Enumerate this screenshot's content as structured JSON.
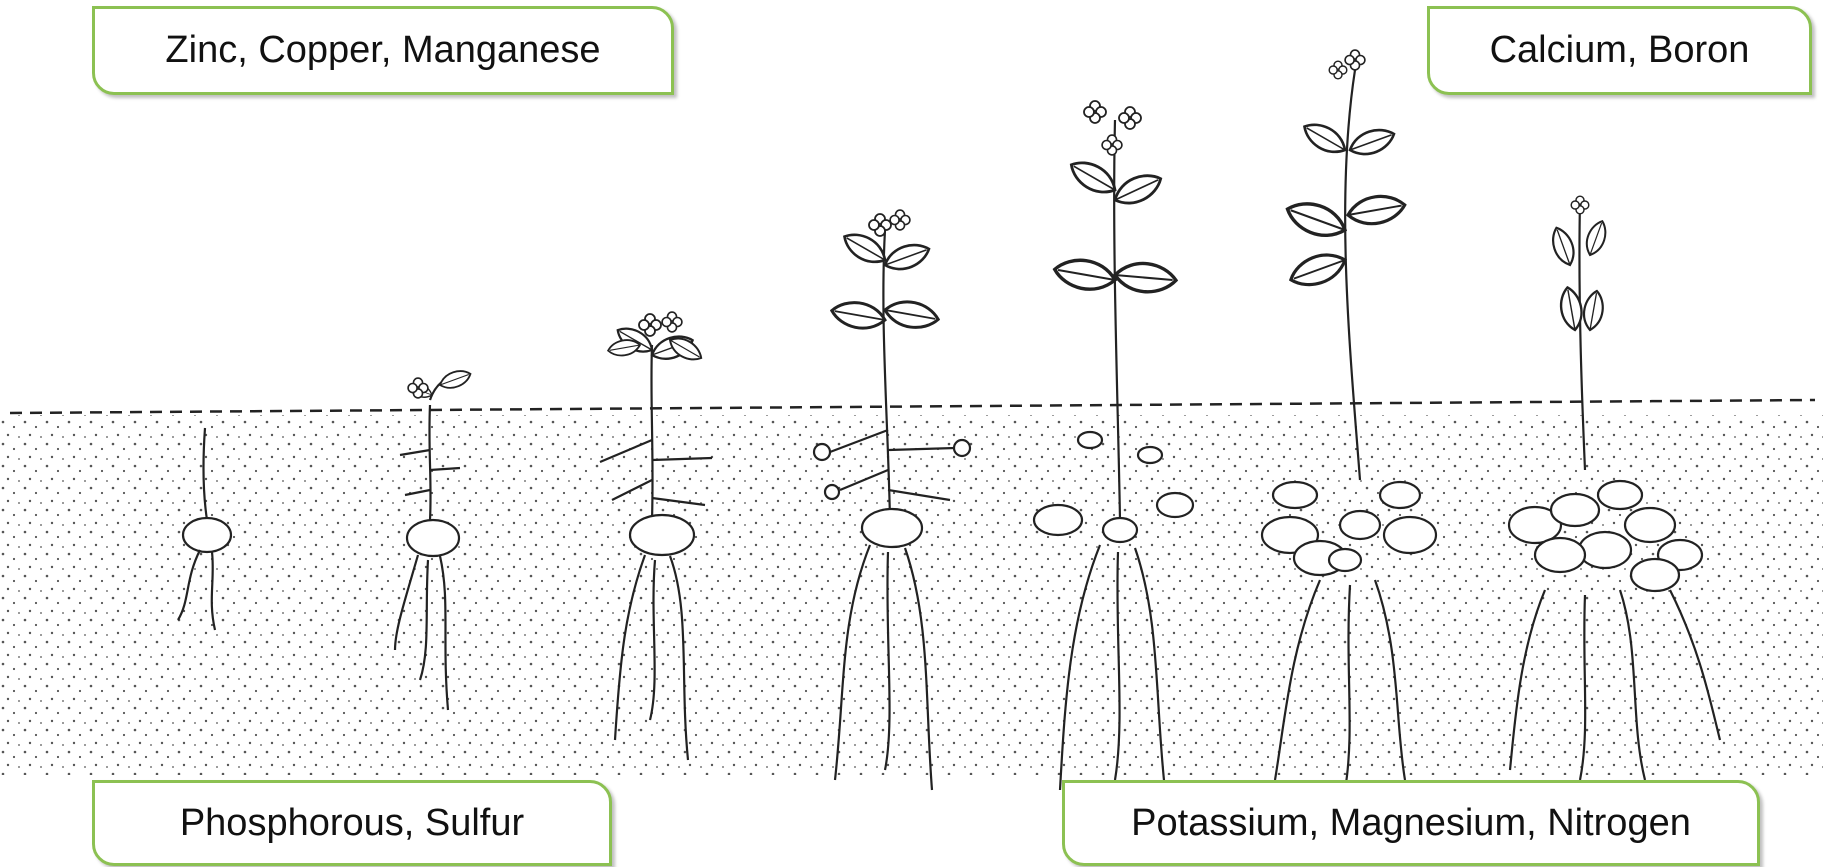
{
  "labels": {
    "top_left": "Zinc, Copper, Manganese",
    "top_right": "Calcium, Boron",
    "bottom_left": "Phosphorous, Sulfur",
    "bottom_right": "Potassium, Magnesium, Nitrogen"
  },
  "colors": {
    "label_border": "#8cc152",
    "line": "#222222"
  }
}
